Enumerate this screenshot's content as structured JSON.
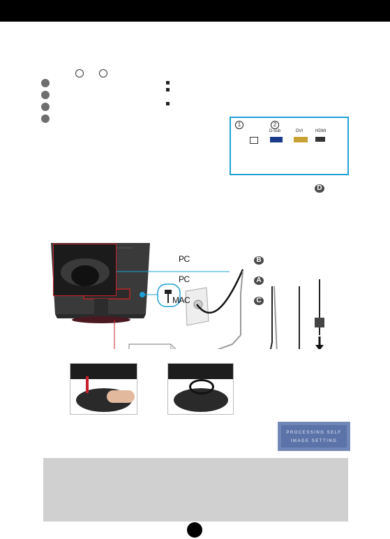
{
  "connector_panel": {
    "num1": "1",
    "num2": "2",
    "ports": [
      {
        "label": "D-sub"
      },
      {
        "label": "DVI"
      },
      {
        "label": "HDMI"
      }
    ]
  },
  "pc_connections": [
    {
      "label": "PC",
      "badge": "B"
    },
    {
      "label": "PC",
      "badge": "A"
    },
    {
      "label": "MAC",
      "badge": "C"
    }
  ],
  "hdmi_badge": "D",
  "screen_message": {
    "line1": "PROCESSING SELF",
    "line2": "IMAGE SETTING"
  },
  "colors": {
    "panel_border": "#1ea0d6",
    "inset_border": "#c8202c",
    "screen_bg": "#6f86b7",
    "note_bg": "#d0d0d0"
  }
}
